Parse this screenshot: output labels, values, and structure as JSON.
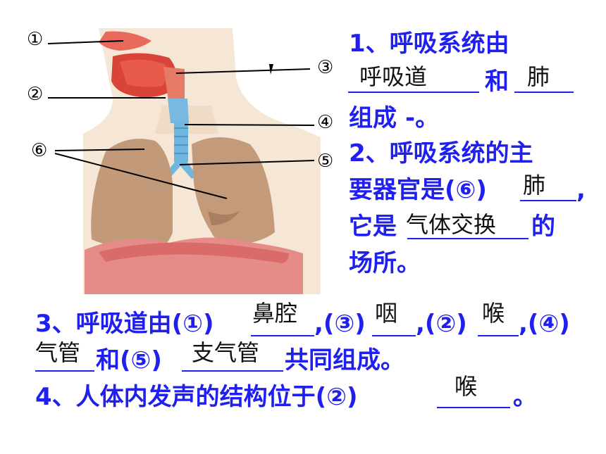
{
  "labels": {
    "n1": "①",
    "n2": "②",
    "n3": "③",
    "n4": "④",
    "n5": "⑤",
    "n6": "⑥"
  },
  "q1": {
    "line1": "1、呼吸系统由",
    "mid": "和",
    "end": "组成",
    "ans1": "呼吸道",
    "ans2": "肺",
    "tail_mark": "-。"
  },
  "q2": {
    "line1": "2、呼吸系统的主",
    "line2": "要器官是(⑥)",
    "comma": ",",
    "line3": "它是",
    "de": "的",
    "line4": "场所。",
    "ans1": "肺",
    "ans2": "气体交换"
  },
  "q3": {
    "p1": "3、呼吸道由(①)",
    "c1": ",(③)",
    "c2": ",(②)",
    "c3": ",(④)",
    "p2": "和(⑤)",
    "p3": "共同组成。",
    "a1": "鼻腔",
    "a2": "咽",
    "a3": "喉",
    "a4": "气管",
    "a5": "支气管"
  },
  "q4": {
    "p1": "4、人体内发声的结构位于(②)",
    "end": "。",
    "a1": "喉"
  },
  "colors": {
    "question": "#1f1ff0",
    "answer": "#111111"
  }
}
